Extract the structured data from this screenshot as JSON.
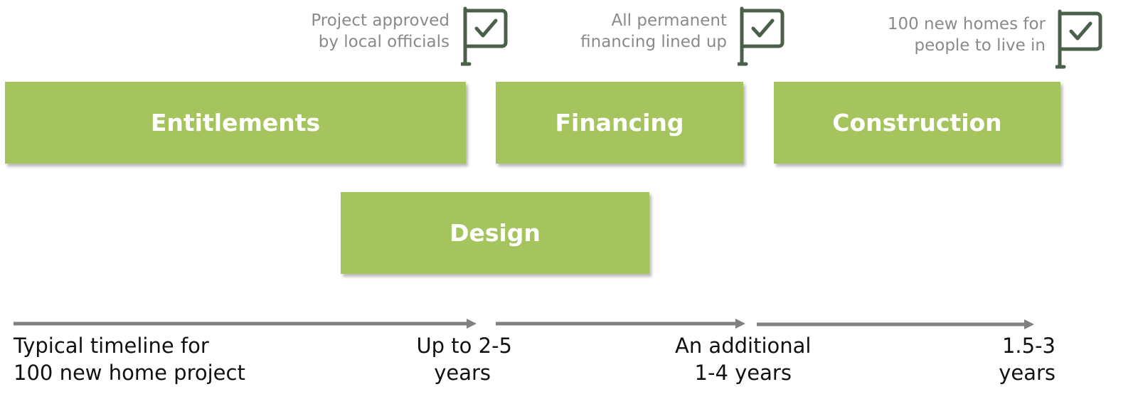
{
  "milestones": [
    {
      "line1": "Project approved",
      "line2": "by local officials",
      "icon": "check-flag-icon"
    },
    {
      "line1": "All permanent",
      "line2": "financing lined up",
      "icon": "check-flag-icon"
    },
    {
      "line1": "100 new homes for",
      "line2": "people to live in",
      "icon": "check-flag-icon"
    }
  ],
  "phases": {
    "entitlements": "Entitlements",
    "financing": "Financing",
    "construction": "Construction",
    "design": "Design"
  },
  "timeline": {
    "intro": {
      "line1": "Typical timeline for",
      "line2": "100 new home project"
    },
    "segment1": {
      "line1": "Up to 2-5",
      "line2": "years"
    },
    "segment2": {
      "line1": "An additional",
      "line2": "1-4 years"
    },
    "segment3": {
      "line1": "1.5-3",
      "line2": "years"
    }
  },
  "colors": {
    "phase_fill": "#a6c45d",
    "flag": "#4a604a",
    "arrow": "#808080",
    "milestone_text": "#8a8a8a"
  }
}
